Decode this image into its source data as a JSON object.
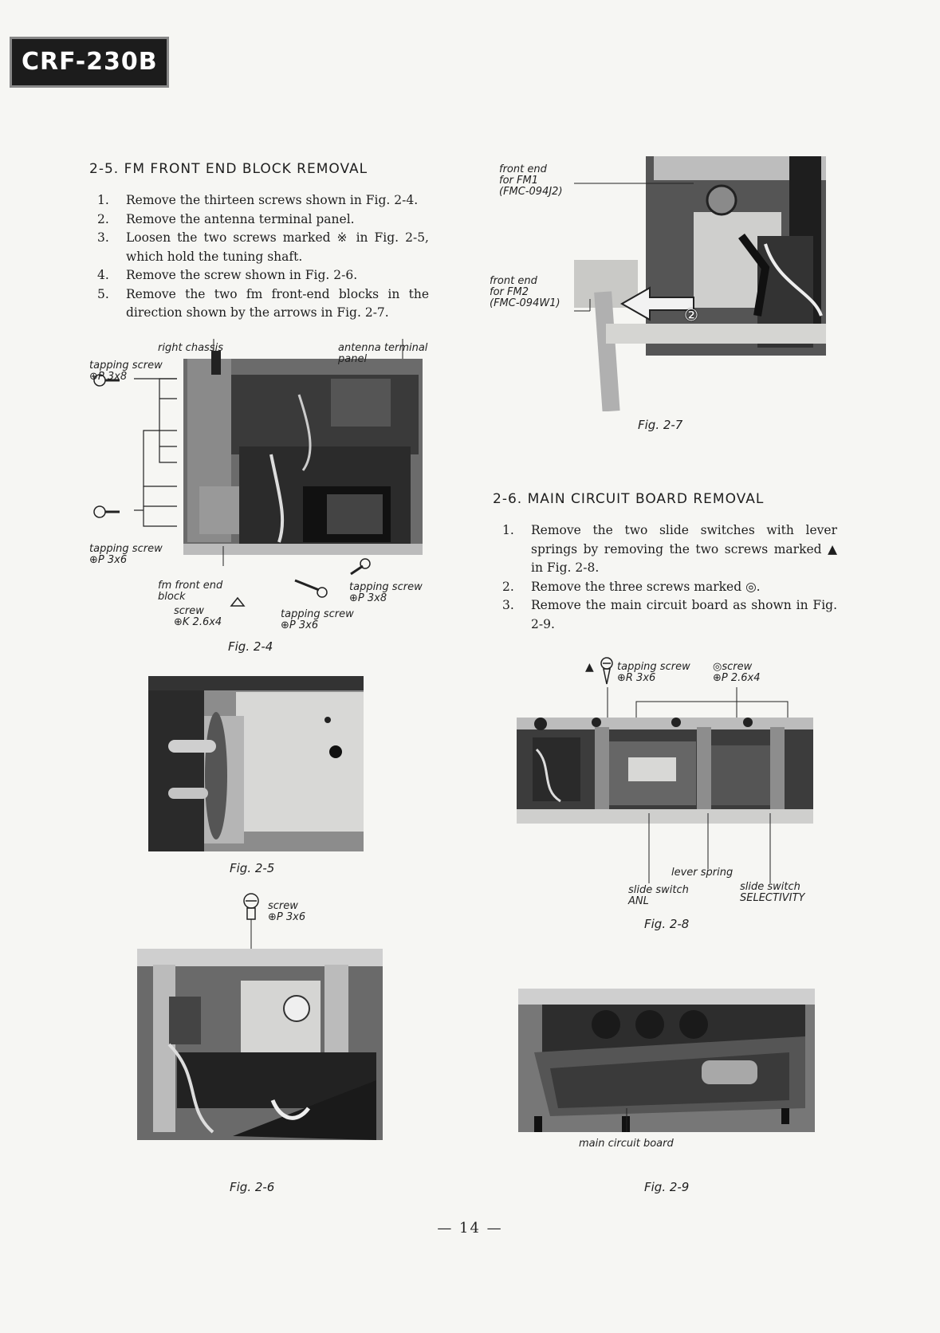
{
  "header": {
    "model": "CRF-230B"
  },
  "section_fm": {
    "title": "2-5.  FM FRONT END BLOCK REMOVAL",
    "steps": [
      {
        "num": "1.",
        "text": "Remove the thirteen screws shown in Fig. 2-4."
      },
      {
        "num": "2.",
        "text": "Remove the antenna terminal panel."
      },
      {
        "num": "3.",
        "text": "Loosen the two screws marked ※ in Fig. 2-5, which hold the tuning shaft."
      },
      {
        "num": "4.",
        "text": "Remove the screw shown in Fig. 2-6."
      },
      {
        "num": "5.",
        "text": "Remove the two fm front-end blocks in the direction shown by the arrows in Fig. 2-7."
      }
    ]
  },
  "section_main": {
    "title": "2-6.  MAIN CIRCUIT BOARD REMOVAL",
    "steps": [
      {
        "num": "1.",
        "text": "Remove the two slide switches with lever springs by removing the two screws marked ▲ in Fig. 2-8."
      },
      {
        "num": "2.",
        "text": "Remove the three screws marked ◎."
      },
      {
        "num": "3.",
        "text": "Remove the main circuit board as shown in Fig. 2-9."
      }
    ]
  },
  "fig_2_4": {
    "caption": "Fig. 2-4",
    "labels": {
      "right_chassis": "right chassis",
      "antenna_panel": "antenna terminal\npanel",
      "tapping_screw_p3x8": "tapping screw\n⊕P 3x8",
      "tapping_screw_p3x6": "tapping screw\n⊕P 3x6",
      "fm_front_end": "fm front end\nblock",
      "screw_k": "screw\n⊕K 2.6x4",
      "tapping_screw_p3x6_b": "tapping screw\n⊕P 3x6",
      "tapping_screw_p3x8_b": "tapping screw\n⊕P 3x8"
    }
  },
  "fig_2_5": {
    "caption": "Fig. 2-5"
  },
  "fig_2_6": {
    "caption": "Fig. 2-6",
    "screw_label": "screw\n⊕P 3x6"
  },
  "fig_2_7": {
    "caption": "Fig. 2-7",
    "fm1_label": "front end\nfor FM1\n(FMC-094J2)",
    "fm2_label": "front end\nfor FM2\n(FMC-094W1)",
    "badge": "②"
  },
  "fig_2_8": {
    "caption": "Fig. 2-8",
    "tapping_label": "tapping screw\n⊕R 3x6",
    "screw_label": "◎screw\n⊕P 2.6x4",
    "triangle": "▲",
    "lever_spring": "lever spring",
    "anl_label": "slide switch\nANL",
    "selectivity_label": "slide switch\nSELECTIVITY"
  },
  "fig_2_9": {
    "caption": "Fig. 2-9",
    "board_label": "main circuit board"
  },
  "footer": {
    "page": "— 14 —"
  }
}
